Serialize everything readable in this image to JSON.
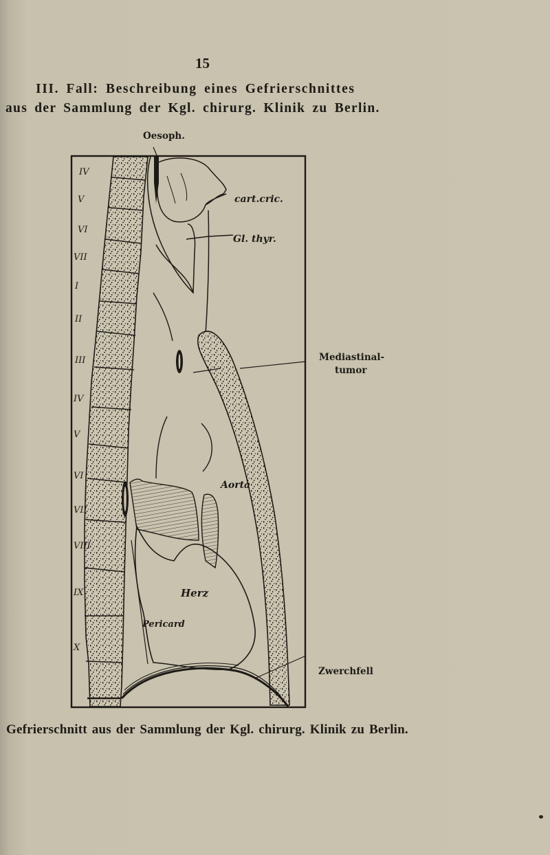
{
  "page": {
    "number": "15",
    "heading_line1": "III. Fall: Beschreibung eines Gefrierschnittes",
    "heading_line2": "aus der Sammlung der Kgl. chirurg. Klinik zu Berlin."
  },
  "figure": {
    "outer_labels": {
      "oesophagus": "Oesoph.",
      "tumor_line1": "Mediastinal-",
      "tumor_line2": "tumor",
      "diaphragm": "Zwerchfell"
    },
    "inner_labels": {
      "cartilage": "cart.cric.",
      "thyroid": "Gl. thyr.",
      "aorta": "Aorta",
      "heart": "Herz",
      "pericardium": "Pericard"
    },
    "vertebra_labels": [
      "IV",
      "V",
      "VI",
      "VII",
      "I",
      "II",
      "III",
      "IV",
      "V",
      "VI",
      "VII",
      "VIII",
      "IX",
      "X"
    ],
    "caption": "Gefrierschnitt aus der Sammlung der Kgl. chirurg. Klinik zu Berlin."
  },
  "colors": {
    "paper": "#c9c3af",
    "ink": "#1d1a16"
  }
}
